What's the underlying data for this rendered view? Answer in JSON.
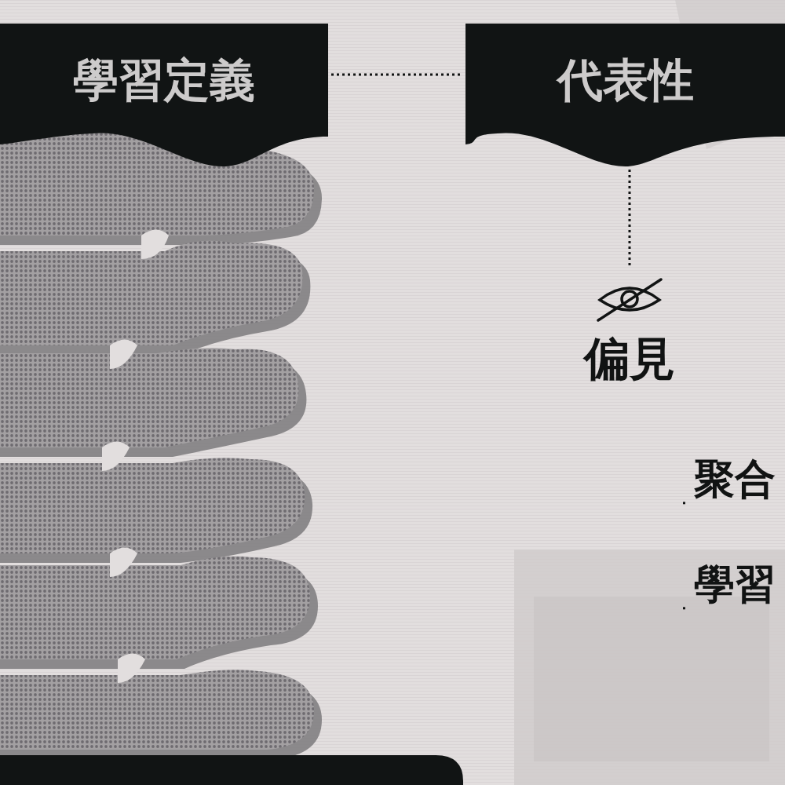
{
  "diagram": {
    "nodes": [
      {
        "text": [
          "學習定義"
        ]
      },
      {
        "text": [
          "代表性"
        ]
      },
      {
        "text": [
          "偏見"
        ]
      },
      {
        "text": [
          "聚合"
        ]
      },
      {
        "text": [
          "學習"
        ]
      }
    ],
    "edges": [
      {
        "from": 0,
        "to": 1,
        "arrow": "none"
      },
      {
        "from": 1,
        "to": 2,
        "arrow": "none"
      },
      {
        "from": 2,
        "to": 3,
        "arrow": "none"
      },
      {
        "from": 2,
        "to": 4,
        "arrow": "none"
      }
    ]
  }
}
